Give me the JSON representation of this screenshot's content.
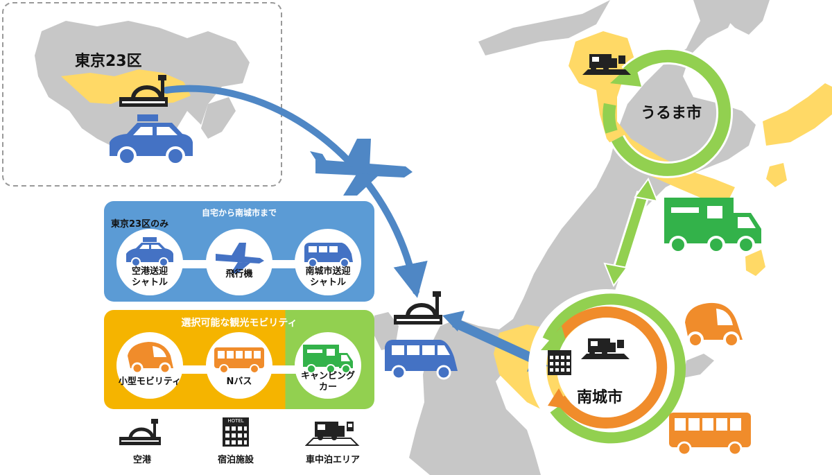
{
  "map": {
    "tokyo_label": "東京23区",
    "uruma_label": "うるま市",
    "nanjo_label": "南城市"
  },
  "panel_transport": {
    "title": "自宅から南城市まで",
    "subtitle": "東京23区のみ",
    "items": [
      {
        "label": "空港送迎\nシャトル",
        "icon": "taxi-icon"
      },
      {
        "label": "飛行機",
        "icon": "airplane-icon"
      },
      {
        "label": "南城市送迎\nシャトル",
        "icon": "van-icon"
      }
    ]
  },
  "panel_mobility": {
    "title": "選択可能な観光モビリティ",
    "items": [
      {
        "label": "小型モビリティ",
        "icon": "small-mobility-icon"
      },
      {
        "label": "Nバス",
        "icon": "bus-icon"
      },
      {
        "label": "キャンピング\nカー",
        "icon": "camping-car-icon"
      }
    ]
  },
  "legend": {
    "items": [
      {
        "label": "空港",
        "icon": "airport-icon"
      },
      {
        "label": "宿泊施設",
        "icon": "hotel-icon"
      },
      {
        "label": "車中泊エリア",
        "icon": "rv-park-icon"
      }
    ],
    "hotel_sign": "HOTEL"
  },
  "colors": {
    "land": "#c7c7c7",
    "highlight": "#ffd966",
    "blue_panel": "#5b9bd5",
    "yellow_panel": "#f5b400",
    "green_panel": "#92d050",
    "orange": "#f08c2b",
    "green_ring": "#92d050",
    "blue_arrow": "#4f87c5",
    "vehicle_blue": "#4472c4",
    "truck_green": "#33b24a"
  }
}
